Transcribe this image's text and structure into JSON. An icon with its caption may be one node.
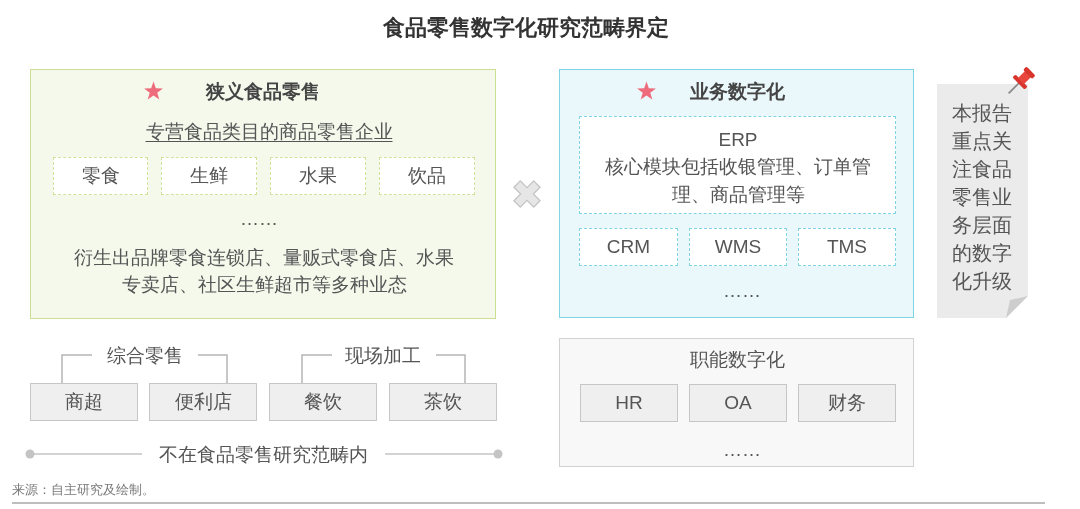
{
  "diagram": {
    "title": "食品零售数字化研究范畴界定",
    "nodes": [
      {
        "text": [
          "狭义食品零售",
          "专营食品类目的商品零售企业",
          "……",
          "衍生出品牌零食连锁店、量贩式零食店、水果专卖店、社区生鲜超市等多种业态"
        ]
      },
      {
        "text": [
          "零食"
        ],
        "in": 0
      },
      {
        "text": [
          "生鲜"
        ],
        "in": 0
      },
      {
        "text": [
          "水果"
        ],
        "in": 0
      },
      {
        "text": [
          "饮品"
        ],
        "in": 0
      },
      {
        "text": [
          "业务数字化",
          "……"
        ]
      },
      {
        "text": [
          "ERP",
          "核心模块包括收银管理、订单管理、商品管理等"
        ],
        "in": 5
      },
      {
        "text": [
          "CRM"
        ],
        "in": 5
      },
      {
        "text": [
          "WMS"
        ],
        "in": 5
      },
      {
        "text": [
          "TMS"
        ],
        "in": 5
      },
      {
        "text": [
          "本报告重点关注食品零售业务层面的数字化升级"
        ]
      },
      {
        "text": [
          "商超"
        ]
      },
      {
        "text": [
          "便利店"
        ]
      },
      {
        "text": [
          "餐饮"
        ]
      },
      {
        "text": [
          "茶饮"
        ]
      },
      {
        "text": [
          "职能数字化",
          "……"
        ]
      },
      {
        "text": [
          "HR"
        ],
        "in": 15
      },
      {
        "text": [
          "OA"
        ],
        "in": 15
      },
      {
        "text": [
          "财务"
        ],
        "in": 15
      }
    ],
    "labels": [
      "综合零售",
      "现场加工",
      "不在食品零售研究范畴内",
      "来源：自主研究及绘制。"
    ]
  }
}
